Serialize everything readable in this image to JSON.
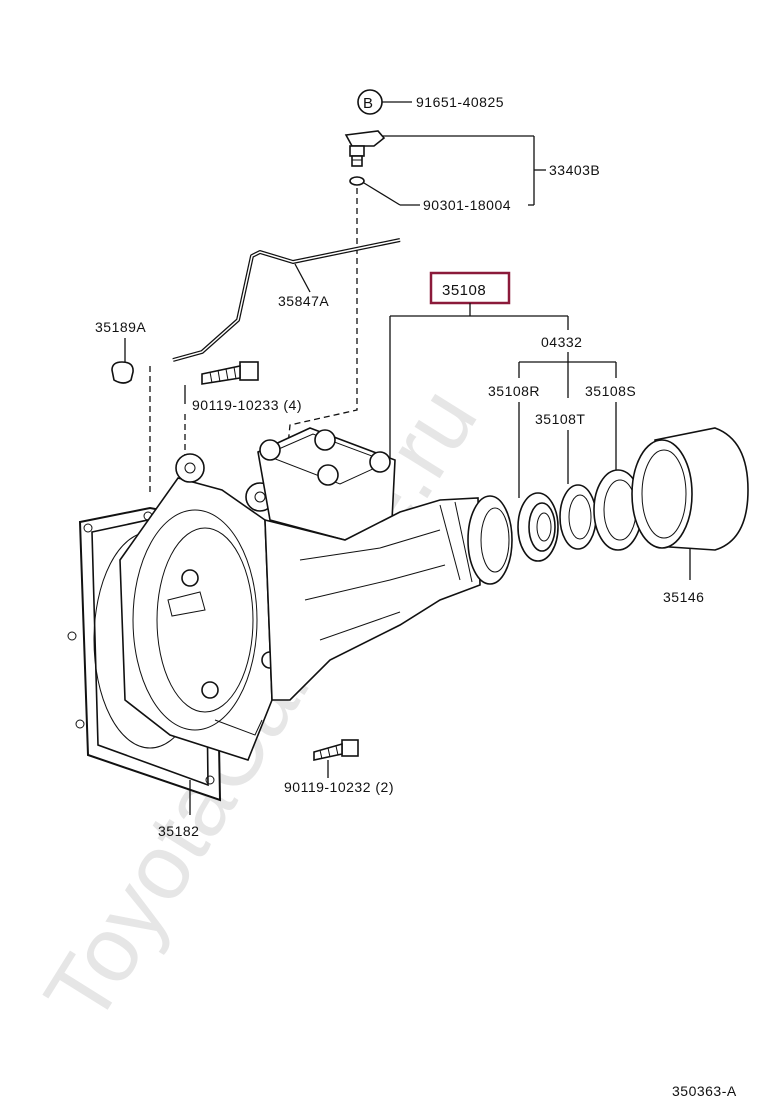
{
  "watermark": "ToyotaCarMine.ru",
  "callout_circle_letter": "B",
  "diagram_code": "350363-A",
  "highlight_color": "#8b1a3a",
  "parts": {
    "p91651": "91651-40825",
    "p33403B": "33403B",
    "p90301": "90301-18004",
    "p35847A": "35847A",
    "p35108": "35108",
    "p35189A": "35189A",
    "p04332": "04332",
    "p90119_10233": "90119-10233 (4)",
    "p35108R": "35108R",
    "p35108S": "35108S",
    "p35108T": "35108T",
    "p35146": "35146",
    "p90119_10232": "90119-10232 (2)",
    "p35182": "35182"
  }
}
